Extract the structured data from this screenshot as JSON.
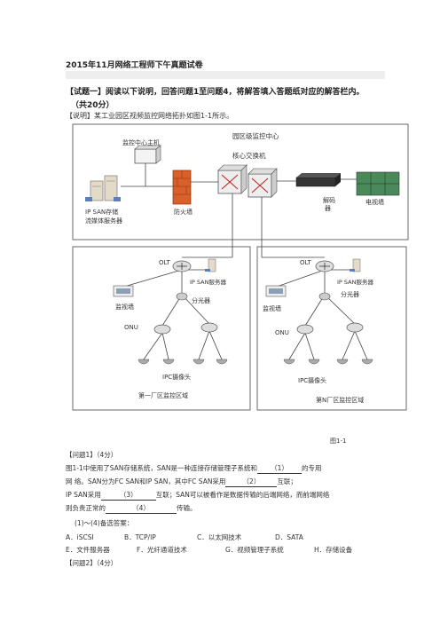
{
  "doc": {
    "title": "2015年11月网络工程师下午真题试卷",
    "q1_heading": "【试题一】阅读以下说明，回答问题1至问题4，将解答填入答题纸对应的解答栏内。",
    "q1_score": "（共20分）",
    "description": "【说明】某工业园区视频监控网络拓扑如图1-1所示。"
  },
  "diagram": {
    "park_center": "园区级监控中心",
    "monitor_host": "监控中心主机",
    "core_switch": "核心交换机",
    "ipsan_storage_1": "IP SAN存储",
    "ipsan_storage_2": "流媒体服务器",
    "firewall": "防火墙",
    "decoder_1": "解码",
    "decoder_2": "器",
    "tv_wall": "电视墙",
    "left_olt": "OLT",
    "left_ipsan": "IP  SAN服务器",
    "left_monitor_wall": "监视墙",
    "left_splitter": "分光器",
    "left_onu": "ONU",
    "left_ipc": "IPC摄像头",
    "left_area": "第一厂区监控区域",
    "right_olt": "OLT",
    "right_ipsan": "IP  SAN服务器",
    "right_monitor_wall": "监视墙",
    "right_splitter": "分光器",
    "right_onu": "ONU",
    "right_ipc": "IPC摄像头",
    "right_area": "第N厂区监控区域"
  },
  "figure_caption": "图1-1",
  "q1": {
    "title": "【问题1】",
    "score": "（4分）",
    "line1_a": "图1-1中使用了SAN存储系统，SAN是一种连接存储管理子系统和",
    "blank1": "（1）",
    "line1_b": "的专用",
    "line2_a": "网   络。SAN分为FC  SAN和IP  SAN，其中FC  SAN采用",
    "blank2": "（2）",
    "line2_b": "互联；",
    "line3_a": "IP  SAN采用",
    "blank3": "（3）",
    "line3_b": "互联；SAN可以被看作是数据传输的后端网络，而前端网络",
    "line4_a": "则负责正常的",
    "blank4": "（4）",
    "line4_b": "传输。",
    "options_intro": "(1)～(4)备选答案：",
    "options": [
      "A．iSCSI",
      "B．TCP/IP",
      "C．以太网技术",
      "D．SATA",
      "E．文件服务器",
      "F．光纤通道技术",
      "G．视频管理子系统",
      "H．存储设备"
    ]
  },
  "q2": {
    "title": "【问题2】",
    "score": "（4分）"
  },
  "colors": {
    "line": "#444444",
    "firewall": "#d9602a",
    "tv": "#4a8a5a"
  }
}
